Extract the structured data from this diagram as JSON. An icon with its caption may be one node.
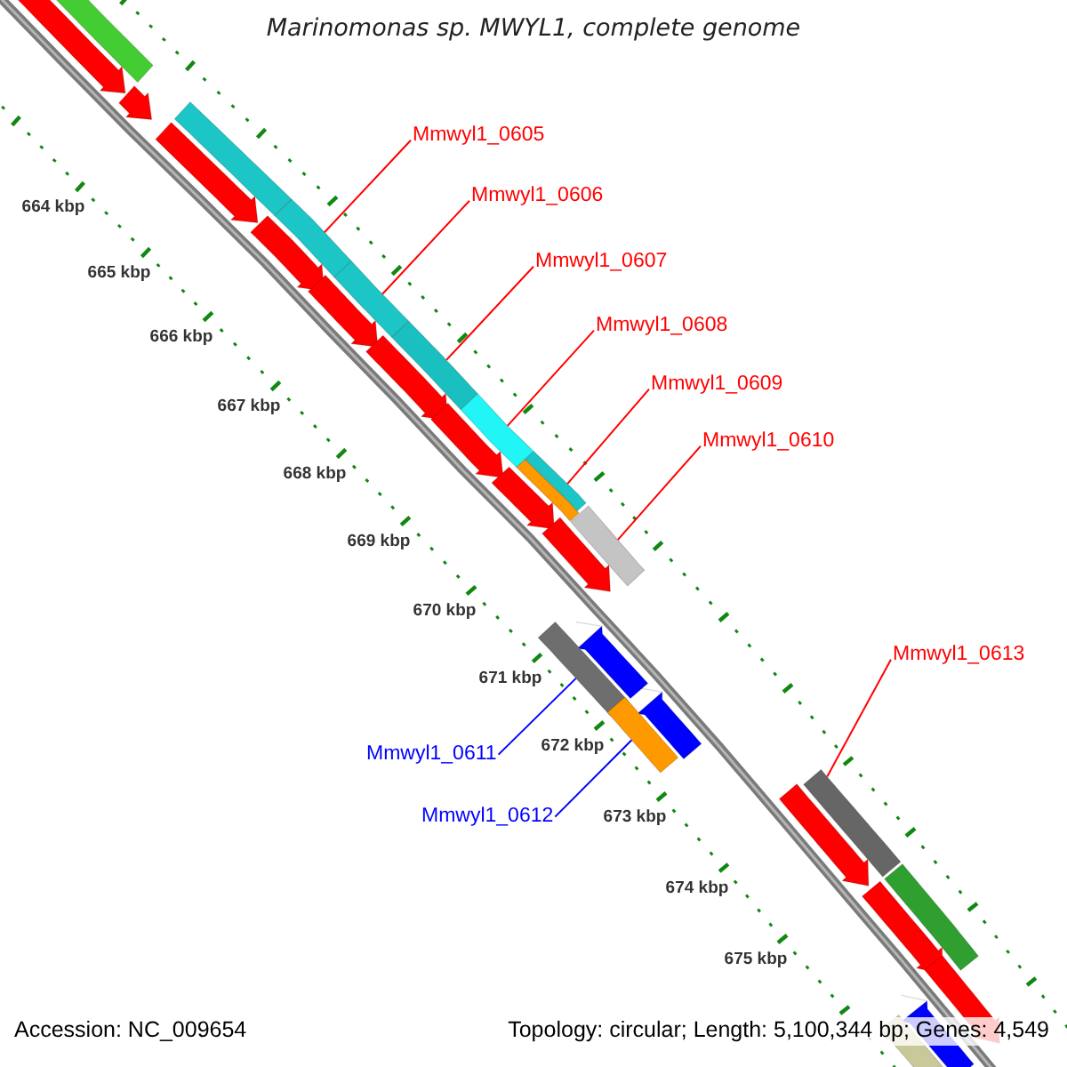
{
  "diagram": {
    "title": "Marinomonas sp. MWYL1, complete genome",
    "nodes": [
      {
        "text": [
          "Mmwyl1_0605"
        ]
      },
      {
        "text": [
          "Mmwyl1_0606"
        ]
      },
      {
        "text": [
          "Mmwyl1_0607"
        ]
      },
      {
        "text": [
          "Mmwyl1_0608"
        ]
      },
      {
        "text": [
          "Mmwyl1_0609"
        ]
      },
      {
        "text": [
          "Mmwyl1_0610"
        ]
      },
      {
        "text": [
          "Mmwyl1_0613"
        ]
      },
      {
        "text": [
          "Mmwyl1_0611"
        ]
      },
      {
        "text": [
          "Mmwyl1_0612"
        ]
      },
      {
        "text": [],
        "shape": "bar"
      },
      {
        "text": [],
        "shape": "bar"
      },
      {
        "text": [],
        "shape": "bar"
      },
      {
        "text": [],
        "shape": "bar"
      },
      {
        "text": [],
        "shape": "bar"
      },
      {
        "text": [],
        "shape": "bar"
      },
      {
        "text": [],
        "shape": "bar"
      },
      {
        "text": [],
        "shape": "bar"
      },
      {
        "text": [],
        "shape": "bar"
      }
    ],
    "edges": [
      {
        "from": 0,
        "to": 9,
        "arrow": "none"
      },
      {
        "from": 1,
        "to": 10,
        "arrow": "none"
      },
      {
        "from": 2,
        "to": 11,
        "arrow": "none"
      },
      {
        "from": 3,
        "to": 12,
        "arrow": "none"
      },
      {
        "from": 4,
        "to": 13,
        "arrow": "none"
      },
      {
        "from": 5,
        "to": 14,
        "arrow": "none"
      },
      {
        "from": 6,
        "to": 15,
        "arrow": "none"
      },
      {
        "from": 7,
        "to": 16,
        "arrow": "none",
        "color": "#0000ff"
      },
      {
        "from": 8,
        "to": 17,
        "arrow": "none",
        "color": "#0000ff"
      }
    ],
    "labels": [
      "664 kbp",
      "665 kbp",
      "666 kbp",
      "667 kbp",
      "668 kbp",
      "669 kbp",
      "670 kbp",
      "671 kbp",
      "672 kbp",
      "673 kbp",
      "674 kbp",
      "675 kbp",
      "Accession: NC_009654",
      "Topology: circular; Length: 5,100,344 bp; Genes: 4,549"
    ]
  }
}
